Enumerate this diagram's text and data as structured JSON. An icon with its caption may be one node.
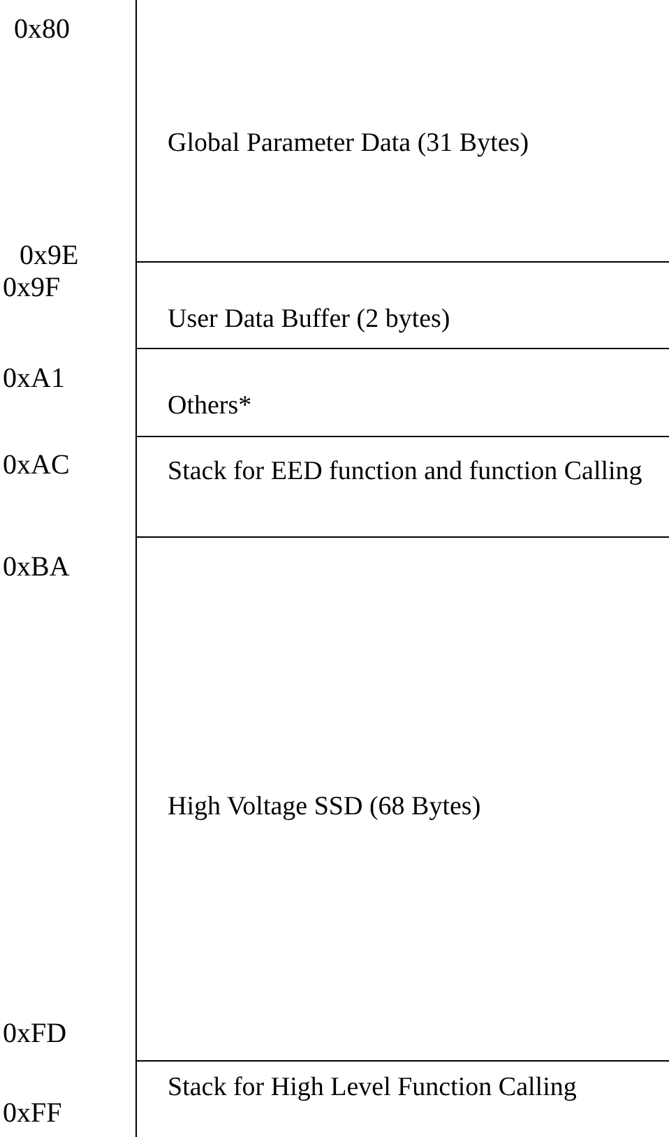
{
  "diagram": {
    "nodes": [
      {
        "text": [
          "Global Parameter Data (31 Bytes)"
        ]
      },
      {
        "text": [
          "User Data Buffer (2 bytes)"
        ]
      },
      {
        "text": [
          "Others*"
        ]
      },
      {
        "text": [
          "Stack for EED function and function Calling"
        ]
      },
      {
        "text": [
          "High Voltage SSD (68 Bytes)"
        ]
      },
      {
        "text": [
          "Stack for High Level Function Calling"
        ]
      }
    ],
    "labels": [
      "0x80",
      "0x9E",
      "0x9F",
      "0xA1",
      "0xAC",
      "0xBA",
      "0xFD",
      "0xFF"
    ]
  }
}
